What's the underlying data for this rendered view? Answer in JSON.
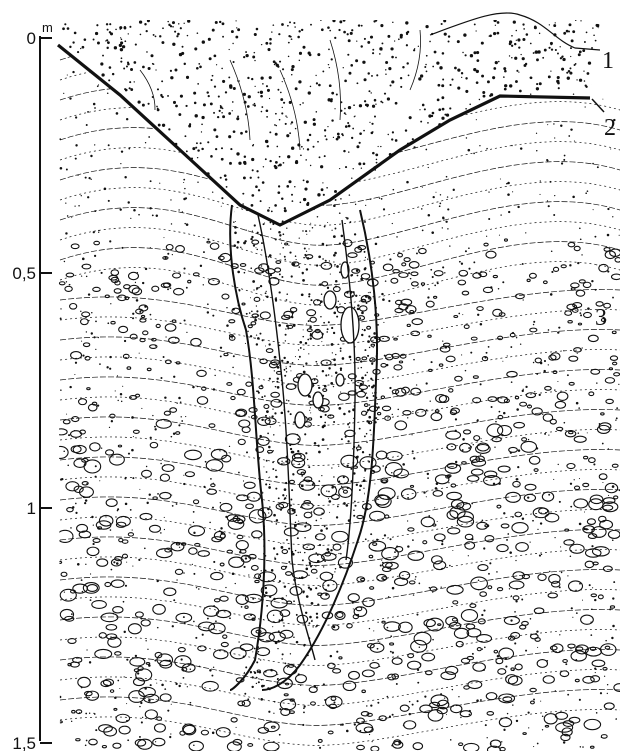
{
  "figure": {
    "scale": {
      "unit": "m",
      "ticks": [
        {
          "label": "0",
          "value": 0
        },
        {
          "label": "0,5",
          "value": 0.5
        },
        {
          "label": "1",
          "value": 1
        },
        {
          "label": "1,5",
          "value": 1.5
        }
      ]
    },
    "layers": [
      {
        "label": "1"
      },
      {
        "label": "2"
      },
      {
        "label": "3"
      }
    ],
    "colors": {
      "ink": "#111111",
      "paper": "#ffffff"
    }
  }
}
